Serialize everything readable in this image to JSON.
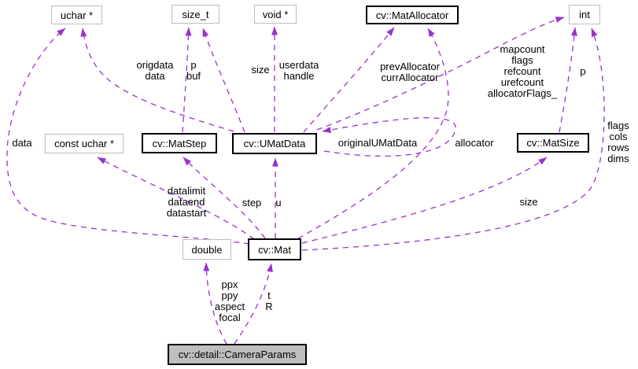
{
  "diagram": {
    "kind": "collaboration-graph",
    "accent_color": "#9a32cd",
    "main_node_fill": "#bfbfbf",
    "nodes": {
      "uchar_ptr": {
        "label": "uchar *"
      },
      "size_t": {
        "label": "size_t"
      },
      "void_ptr": {
        "label": "void *"
      },
      "mat_allocator": {
        "label": "cv::MatAllocator"
      },
      "int": {
        "label": "int"
      },
      "const_uchar_ptr": {
        "label": "const uchar *"
      },
      "mat_step": {
        "label": "cv::MatStep"
      },
      "umat_data": {
        "label": "cv::UMatData"
      },
      "mat_size": {
        "label": "cv::MatSize"
      },
      "double": {
        "label": "double"
      },
      "mat": {
        "label": "cv::Mat"
      },
      "camera_params": {
        "label": "cv::detail::CameraParams"
      }
    },
    "edge_labels": {
      "origdata_data": "origdata\ndata",
      "p_buf": "p\nbuf",
      "size_umatdata": "size",
      "userdata_handle": "userdata\nhandle",
      "prev_curr_allocator": "prevAllocator\ncurrAllocator",
      "umatdata_int_members": "mapcount\nflags\nrefcount\nurefcount\nallocatorFlags_",
      "p_matsize": "p",
      "mat_int_members": "flags\ncols\nrows\ndims",
      "data": "data",
      "original_umat_data": "originalUMatData",
      "allocator": "allocator",
      "mat_data_pointers": "datalimit\ndataend\ndatastart",
      "step": "step",
      "u": "u",
      "size_mat": "size",
      "camera_double_members": "ppx\nppy\naspect\nfocal",
      "camera_mat_members": "t\nR"
    }
  }
}
